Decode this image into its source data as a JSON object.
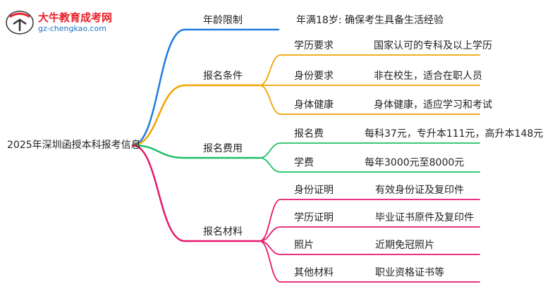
{
  "logo": {
    "title": "大牛教育成考网",
    "url": "gz-chengkao.com",
    "colors": {
      "red": "#e8212a",
      "blue": "#1a73c8"
    }
  },
  "root": "2025年深圳函授本科报考信息",
  "branches": [
    {
      "label": "年龄限制",
      "color": "#1f7de0",
      "children": [
        {
          "label": "年满18岁: 确保考生具备生活经验",
          "value": ""
        }
      ]
    },
    {
      "label": "报名条件",
      "color": "#f0a400",
      "children": [
        {
          "label": "学历要求",
          "value": "国家认可的专科及以上学历"
        },
        {
          "label": "身份要求",
          "value": "非在校生，适合在职人员"
        },
        {
          "label": "身体健康",
          "value": "身体健康，适应学习和考试"
        }
      ]
    },
    {
      "label": "报名费用",
      "color": "#1cc066",
      "children": [
        {
          "label": "报名费",
          "value": "每科37元，专升本111元，高升本148元"
        },
        {
          "label": "学费",
          "value": "每年3000元至8000元"
        }
      ]
    },
    {
      "label": "报名材料",
      "color": "#e8186e",
      "children": [
        {
          "label": "身份证明",
          "value": "有效身份证及复印件"
        },
        {
          "label": "学历证明",
          "value": "毕业证书原件及复印件"
        },
        {
          "label": "照片",
          "value": "近期免冠照片"
        },
        {
          "label": "其他材料",
          "value": "职业资格证书等"
        }
      ]
    }
  ]
}
